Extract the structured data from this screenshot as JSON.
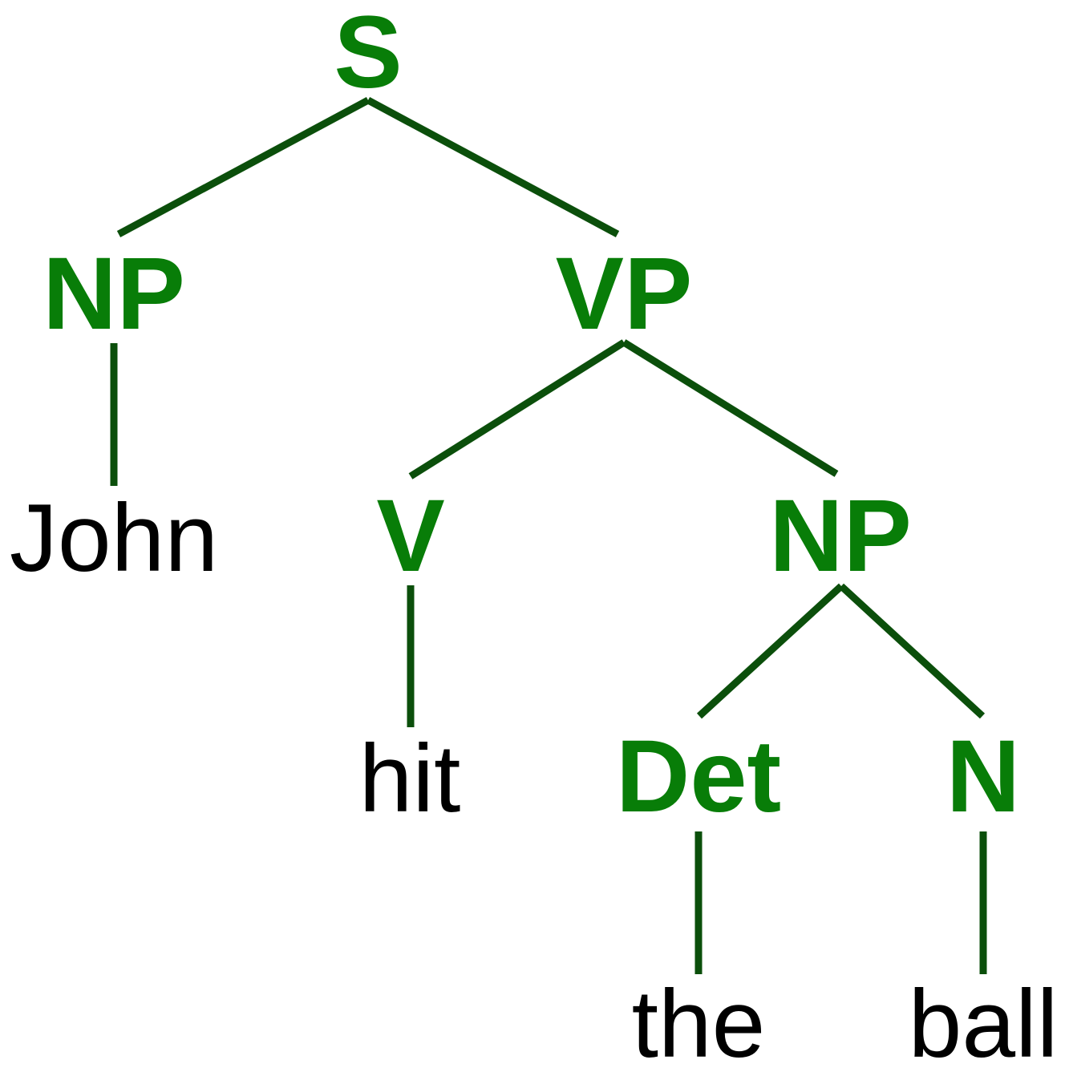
{
  "colors": {
    "category": "#087d08",
    "word": "#000000",
    "branch": "#0b4f0b",
    "background": "#ffffff"
  },
  "tree": {
    "nodes": [
      {
        "id": "s",
        "label": "S",
        "kind": "category"
      },
      {
        "id": "np1",
        "label": "NP",
        "kind": "category"
      },
      {
        "id": "vp",
        "label": "VP",
        "kind": "category"
      },
      {
        "id": "john",
        "label": "John",
        "kind": "word"
      },
      {
        "id": "v",
        "label": "V",
        "kind": "category"
      },
      {
        "id": "np2",
        "label": "NP",
        "kind": "category"
      },
      {
        "id": "hit",
        "label": "hit",
        "kind": "word"
      },
      {
        "id": "det",
        "label": "Det",
        "kind": "category"
      },
      {
        "id": "n",
        "label": "N",
        "kind": "category"
      },
      {
        "id": "the",
        "label": "the",
        "kind": "word"
      },
      {
        "id": "ball",
        "label": "ball",
        "kind": "word"
      }
    ],
    "edges": [
      {
        "from": "s",
        "to": "np1"
      },
      {
        "from": "s",
        "to": "vp"
      },
      {
        "from": "np1",
        "to": "john"
      },
      {
        "from": "vp",
        "to": "v"
      },
      {
        "from": "vp",
        "to": "np2"
      },
      {
        "from": "v",
        "to": "hit"
      },
      {
        "from": "np2",
        "to": "det"
      },
      {
        "from": "np2",
        "to": "n"
      },
      {
        "from": "det",
        "to": "the"
      },
      {
        "from": "n",
        "to": "ball"
      }
    ]
  }
}
